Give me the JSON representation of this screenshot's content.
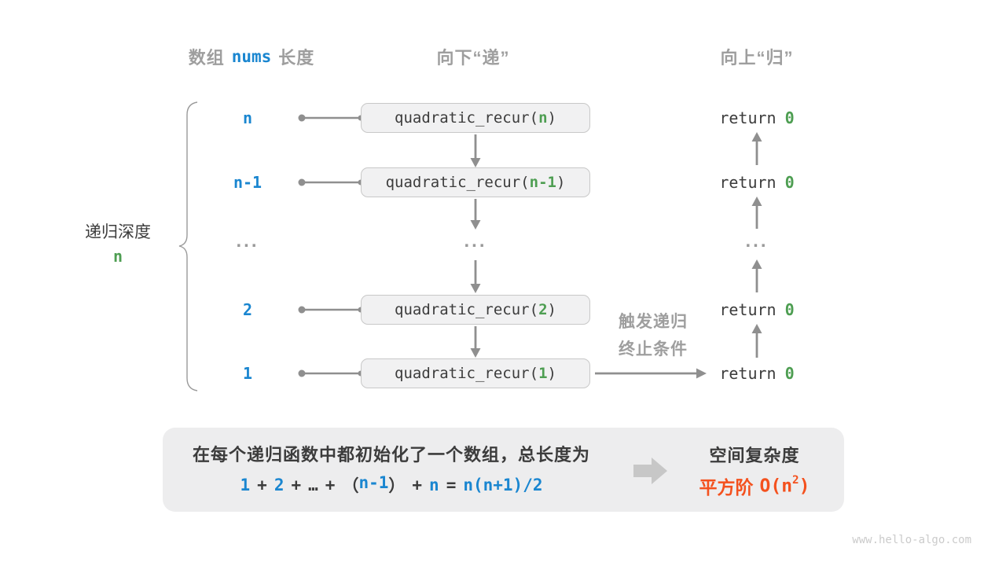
{
  "colors": {
    "blue": "#1a86d0",
    "green": "#4e9e52",
    "orange": "#f4511e",
    "gray_text": "#9e9e9e",
    "dark_text": "#3c3c3c",
    "line_gray": "#8f8f8f",
    "box_bg": "#f1f1f2",
    "box_border": "#c8c8c8",
    "panel_bg": "#ededee",
    "fat_arrow": "#c7c7c7",
    "watermark": "#cbcbcb"
  },
  "headers": {
    "array_label_prefix": "数组",
    "array_var": "nums",
    "array_label_suffix": "长度",
    "descend": "向下“递”",
    "ascend": "向上“归”"
  },
  "depth_brace": {
    "label": "递归深度",
    "value": "n"
  },
  "rows": [
    {
      "depth": "n",
      "call_fn": "quadratic_recur(",
      "call_arg": "n",
      "call_close": ")",
      "return_kw": "return",
      "return_val": "0"
    },
    {
      "depth": "n-1",
      "call_fn": "quadratic_recur(",
      "call_arg": "n-1",
      "call_close": ")",
      "return_kw": "return",
      "return_val": "0"
    },
    {
      "depth_ellipsis": "...",
      "call_ellipsis": "...",
      "return_ellipsis": "..."
    },
    {
      "depth": "2",
      "call_fn": "quadratic_recur(",
      "call_arg": "2",
      "call_close": ")",
      "return_kw": "return",
      "return_val": "0"
    },
    {
      "depth": "1",
      "call_fn": "quadratic_recur(",
      "call_arg": "1",
      "call_close": ")",
      "return_kw": "return",
      "return_val": "0"
    }
  ],
  "trigger": {
    "line1": "触发递归",
    "line2": "终止条件"
  },
  "summary": {
    "description": "在每个递归函数中都初始化了一个数组，总长度为",
    "formula": {
      "t1": "1",
      "op1": "+",
      "t2": "2",
      "op2": "+",
      "ellipsis": "…",
      "op3": "+",
      "paren_open": "（",
      "t3": "n-1",
      "paren_close": "）",
      "op4": "+",
      "t4": "n",
      "equals": "=",
      "result": "n(n+1)/2"
    },
    "result_title": "空间复杂度",
    "result_prefix": "平方阶",
    "result_big_o": "O(n",
    "result_exponent": "2",
    "result_close": ")"
  },
  "watermark": "www.hello-algo.com"
}
